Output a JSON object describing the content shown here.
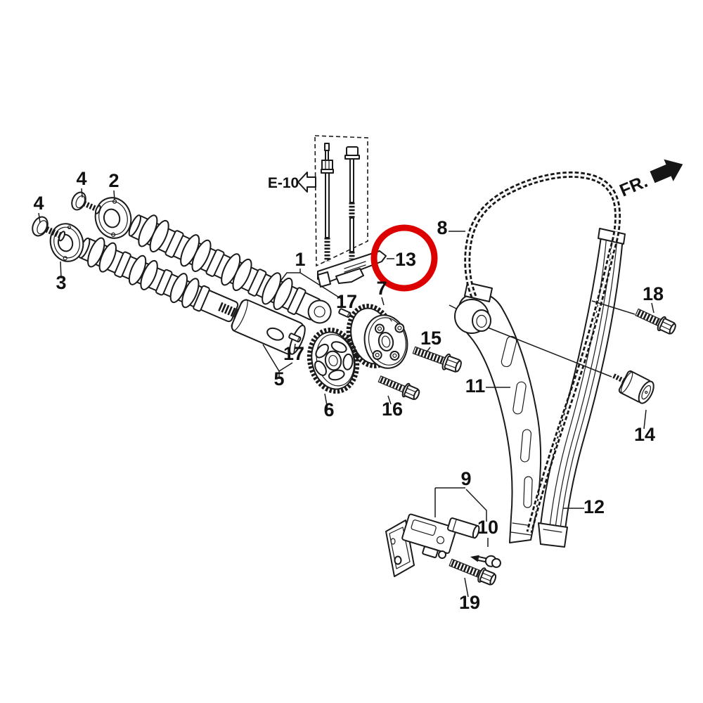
{
  "diagram": {
    "background_color": "#ffffff",
    "line_color": "#1a1a1a",
    "highlight": {
      "color": "#dd0000",
      "highlighted_part": "13",
      "shape": "circle"
    },
    "reference_tag": "E-10",
    "direction_indicator": "FR.",
    "part_callouts": [
      {
        "text": "4"
      },
      {
        "text": "4"
      },
      {
        "text": "2"
      },
      {
        "text": "3"
      },
      {
        "text": "1"
      },
      {
        "text": "17"
      },
      {
        "text": "17"
      },
      {
        "text": "5"
      },
      {
        "text": "6"
      },
      {
        "text": "7"
      },
      {
        "text": "13"
      },
      {
        "text": "8"
      },
      {
        "text": "15"
      },
      {
        "text": "16"
      },
      {
        "text": "11"
      },
      {
        "text": "12"
      },
      {
        "text": "18"
      },
      {
        "text": "14"
      },
      {
        "text": "9"
      },
      {
        "text": "10"
      },
      {
        "text": "19"
      }
    ]
  }
}
